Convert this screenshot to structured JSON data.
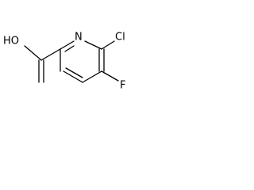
{
  "structure": {
    "atoms": {
      "oh": "HO",
      "ring_nitrogen": "N",
      "chlorine": "Cl",
      "fluorine": "F"
    }
  }
}
